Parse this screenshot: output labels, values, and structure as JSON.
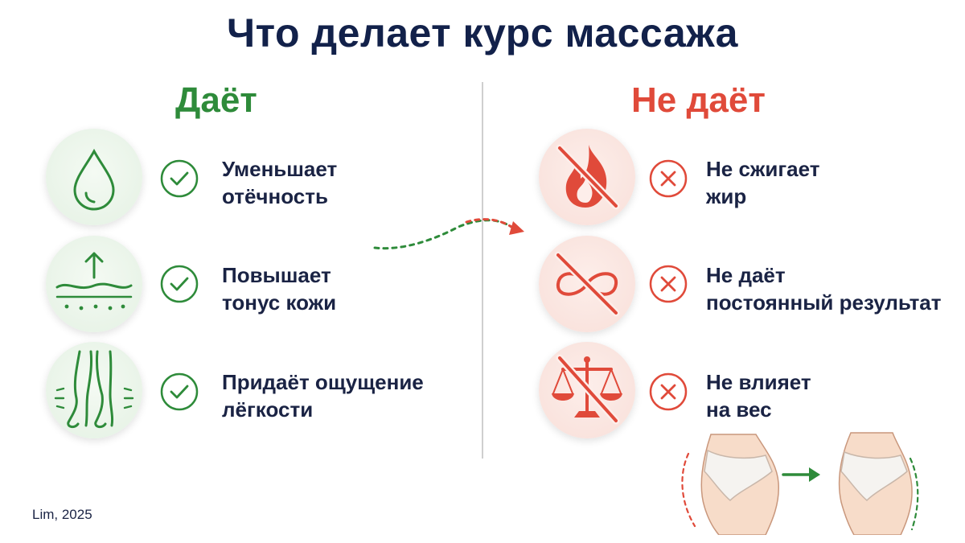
{
  "title": "Что делает курс массажа",
  "gives": {
    "heading": "Даёт",
    "items": [
      {
        "icon": "water-drop-icon",
        "line1": "Уменьшает",
        "line2": "отёчность"
      },
      {
        "icon": "skin-lift-icon",
        "line1": "Повышает",
        "line2": "тонус кожи"
      },
      {
        "icon": "light-legs-icon",
        "line1": "Придаёт ощущение",
        "line2": "лёгкости"
      }
    ]
  },
  "not_gives": {
    "heading": "Не даёт",
    "items": [
      {
        "icon": "crossed-fire-icon",
        "line1": "Не сжигает",
        "line2": "жир"
      },
      {
        "icon": "crossed-infinity-icon",
        "line1": "Не даёт",
        "line2": "постоянный результат"
      },
      {
        "icon": "crossed-scales-icon",
        "line1": "Не влияет",
        "line2": "на вес"
      }
    ]
  },
  "credit": "Lim, 2025",
  "colors": {
    "title": "#12214a",
    "positive": "#2e8b3a",
    "negative": "#e04a3a",
    "text": "#1a2344"
  }
}
